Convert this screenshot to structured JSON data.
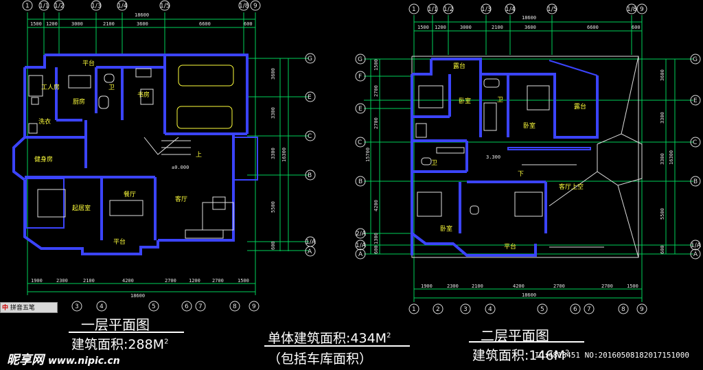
{
  "plan1": {
    "title": "一层平面图",
    "area_label": "建筑面积:288M",
    "area_sup": "2",
    "top_dims": [
      "18600",
      "1500",
      "1200",
      "3000",
      "2100",
      "3600",
      "6600",
      "600"
    ],
    "bottom_dims": [
      "1900",
      "2300",
      "2100",
      "4200",
      "2700",
      "1200",
      "2700",
      "1500",
      "18600"
    ],
    "right_dims": [
      "3600",
      "3300",
      "3300",
      "16300",
      "5500",
      "600"
    ],
    "top_axes": [
      "1",
      "1/1",
      "1/2",
      "1/3",
      "1/4",
      "1/5",
      "1/8",
      "9"
    ],
    "bottom_axes": [
      "3",
      "4",
      "5",
      "6",
      "7",
      "8",
      "9"
    ],
    "right_axes": [
      "G",
      "E",
      "C",
      "B",
      "1/A",
      "A"
    ],
    "rooms": {
      "platform_top": "平台",
      "servant": "工人房",
      "kitchen": "厨房",
      "bath": "卫",
      "study": "书房",
      "laundry": "洗衣",
      "fitness": "健身房",
      "up": "上",
      "level": "±0.000",
      "living_room": "起居室",
      "dining": "餐厅",
      "hall": "客厅",
      "platform_bottom": "平台"
    }
  },
  "plan2": {
    "title": "二层平面图",
    "area_label": "建筑面积:146M",
    "area_sup": "2",
    "top_dims": [
      "18600",
      "1500",
      "1200",
      "3000",
      "2100",
      "3600",
      "6600",
      "600"
    ],
    "bottom_dims": [
      "1900",
      "2300",
      "2100",
      "4200",
      "2700",
      "2700",
      "1500",
      "18600"
    ],
    "left_dims": [
      "1500",
      "2700",
      "2700",
      "15700",
      "4200",
      "1300",
      "600"
    ],
    "right_dims": [
      "3600",
      "3300",
      "3300",
      "16300",
      "5500",
      "600"
    ],
    "top_axes": [
      "1",
      "1/1",
      "1/2",
      "1/3",
      "1/4",
      "1/5",
      "1/8",
      "9"
    ],
    "bottom_axes": [
      "1",
      "2",
      "3",
      "4",
      "5",
      "6",
      "7",
      "8",
      "9"
    ],
    "left_axes": [
      "G",
      "F",
      "E",
      "C",
      "B",
      "2/A",
      "1/A",
      "A"
    ],
    "right_axes": [
      "G",
      "E",
      "C",
      "B",
      "1/A",
      "A"
    ],
    "rooms": {
      "terrace_top": "露台",
      "bed1": "卧室",
      "bath1": "卫",
      "bed2": "卧室",
      "terrace_right": "露台",
      "bath2": "卫",
      "level": "3.300",
      "down": "下",
      "void": "客厅上空",
      "bed3": "卧室",
      "platform": "平台"
    }
  },
  "total": {
    "label": "单体建筑面积:434M",
    "sup": "2",
    "note": "（包括车库面积）"
  },
  "watermark": {
    "logo": "昵享网",
    "url": "www.nipic.cn",
    "id": "ID:4813451 NO:20160508182017151000"
  },
  "toolbar": {
    "label": "拼音五笔"
  },
  "colors": {
    "wall": "#3b44ff",
    "dim": "#00d25a",
    "label": "#ffff3c",
    "bg": "#000000"
  }
}
